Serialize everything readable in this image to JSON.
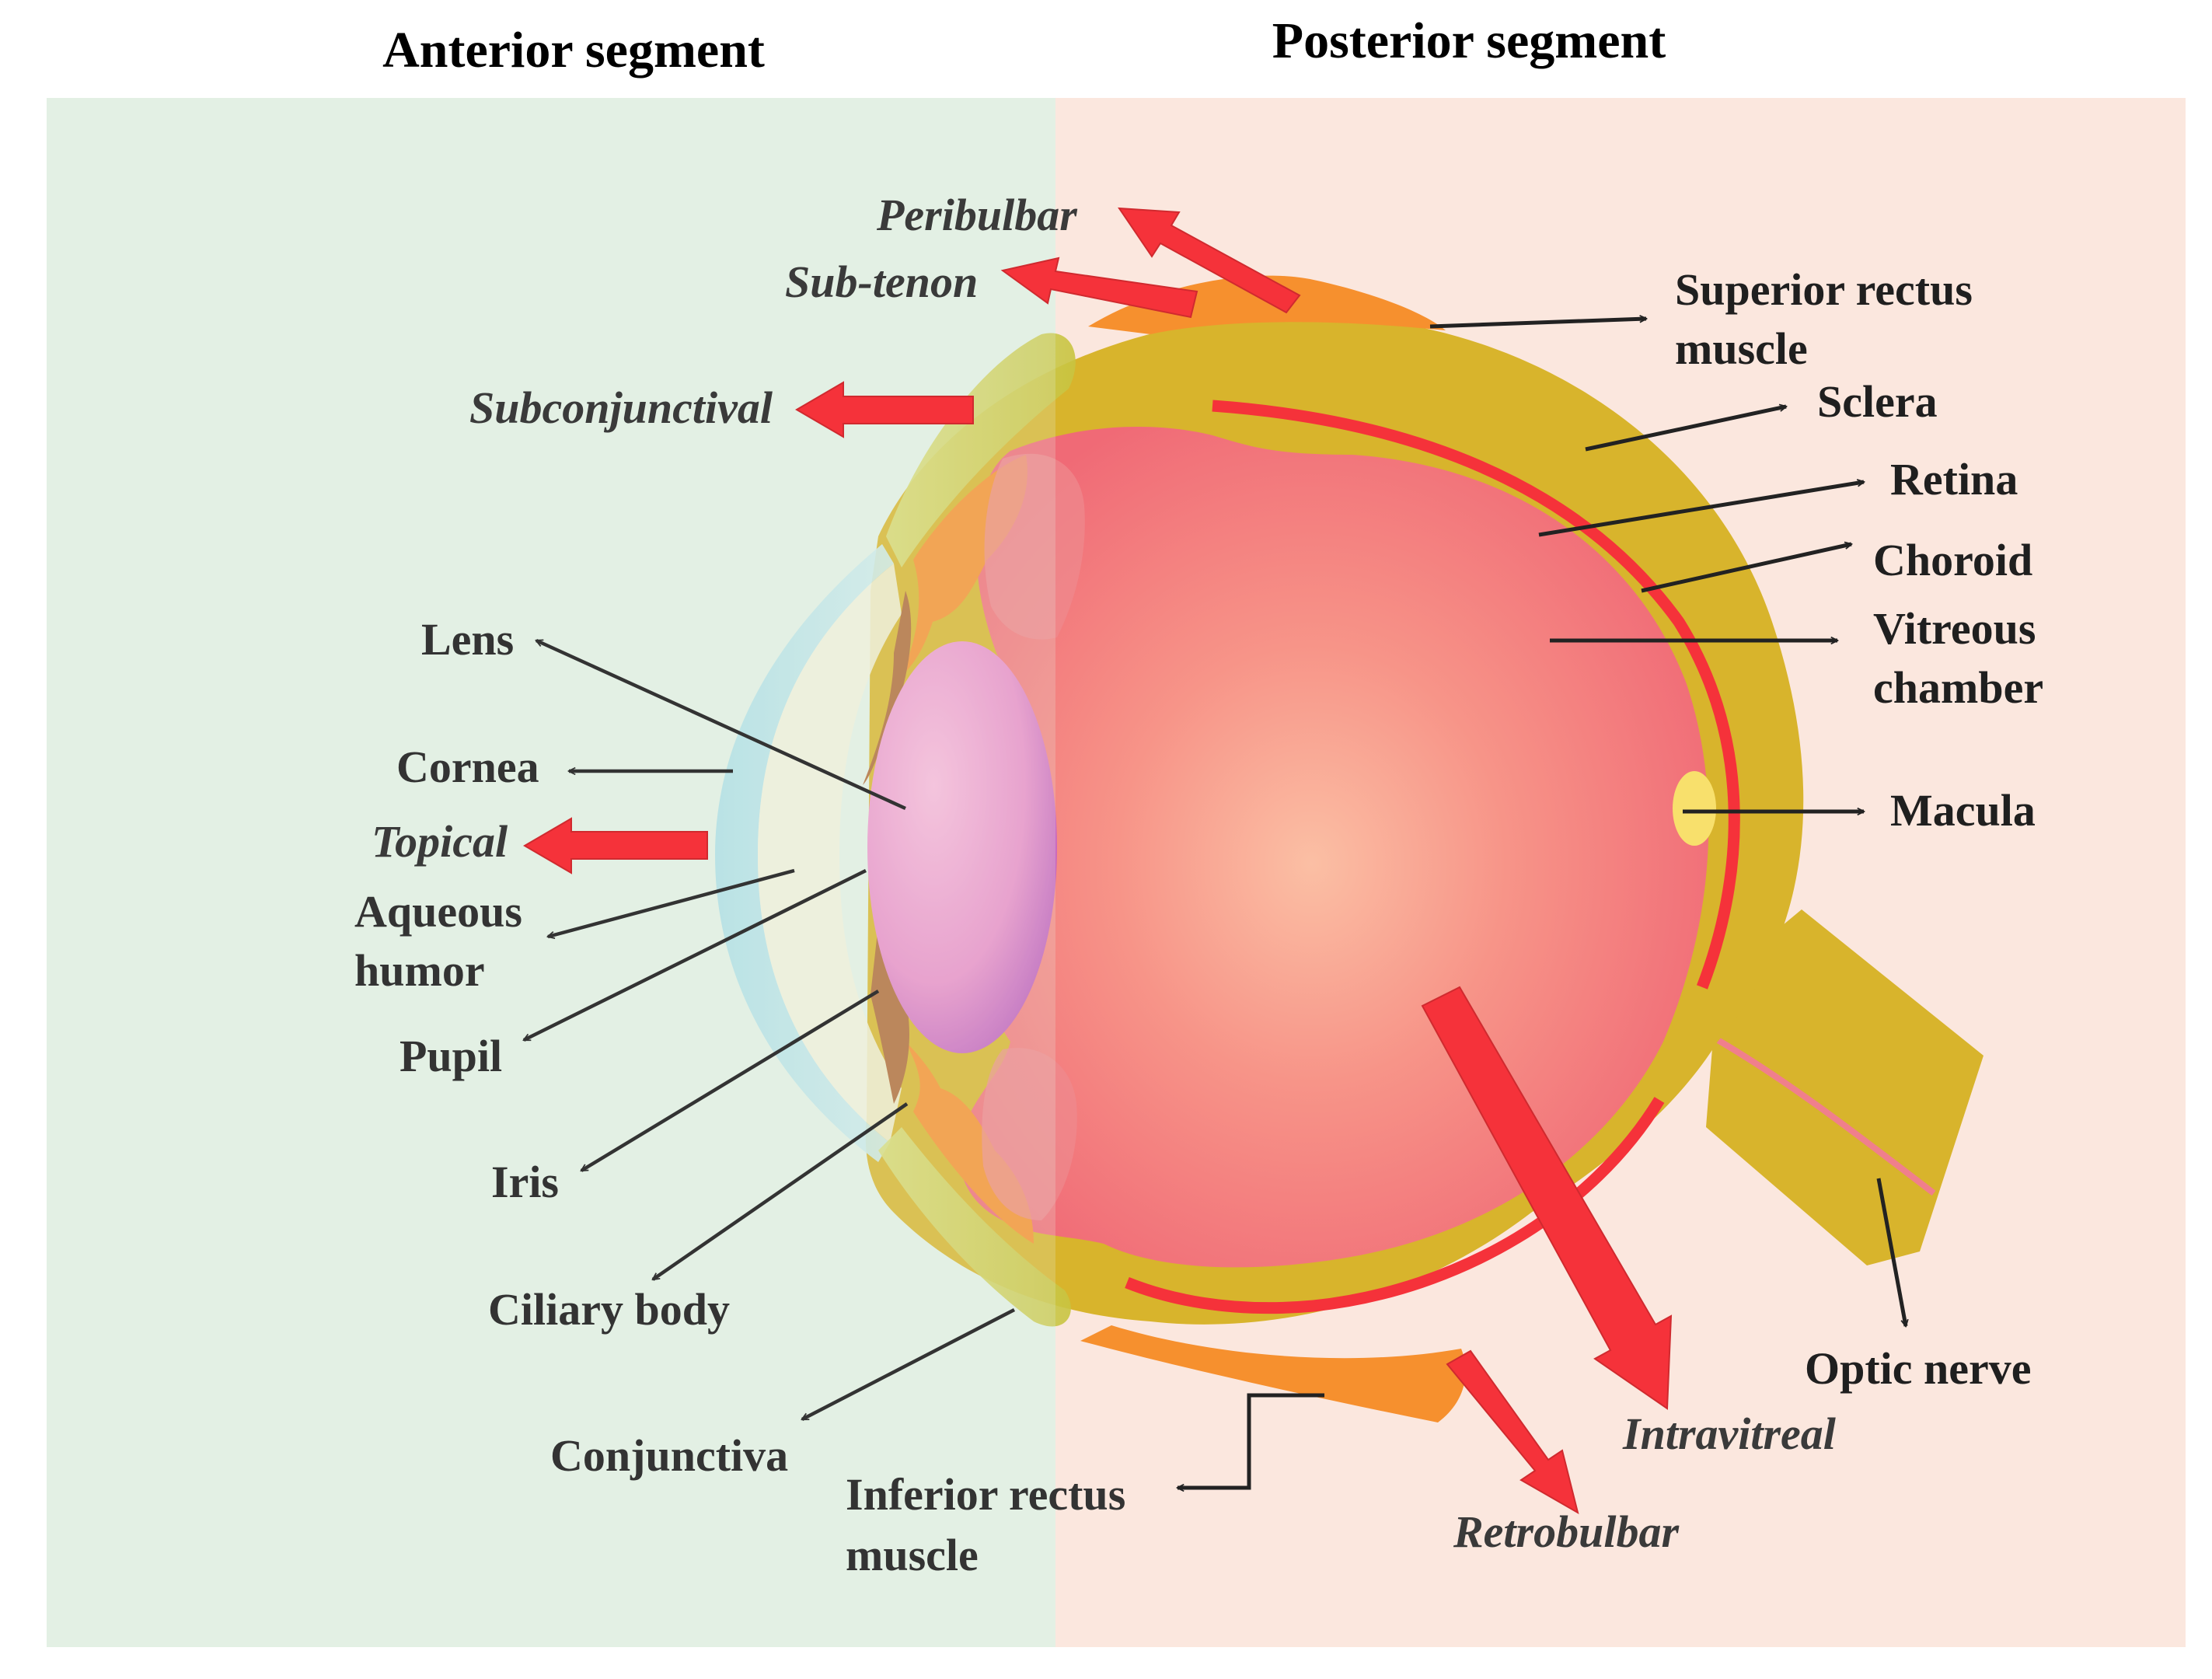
{
  "headers": {
    "anterior": "Anterior segment",
    "posterior": "Posterior segment"
  },
  "routes": {
    "peribulbar": "Peribulbar",
    "sub_tenon": "Sub-tenon",
    "subconjunctival": "Subconjunctival",
    "topical": "Topical",
    "intravitreal": "Intravitreal",
    "retrobulbar": "Retrobulbar"
  },
  "labels": {
    "superior_rectus_1": "Superior rectus",
    "superior_rectus_2": "muscle",
    "sclera": "Sclera",
    "retina": "Retina",
    "choroid": "Choroid",
    "vitreous_1": "Vitreous",
    "vitreous_2": "chamber",
    "macula": "Macula",
    "optic_nerve": "Optic nerve",
    "lens": "Lens",
    "cornea": "Cornea",
    "aqueous_1": "Aqueous",
    "aqueous_2": "humor",
    "pupil": "Pupil",
    "iris": "Iris",
    "ciliary_body": "Ciliary body",
    "conjunctiva": "Conjunctiva",
    "inferior_rectus_1": "Inferior rectus",
    "inferior_rectus_2": "muscle"
  },
  "colors": {
    "anterior_bg": "#e3f0e5",
    "posterior_bg": "#fbe7de",
    "sclera": "#d8b42c",
    "vitreous": "#f47a7f",
    "route_arrow": "#f5323a",
    "muscle": "#f6902e",
    "lens": "#f0a0cc"
  }
}
